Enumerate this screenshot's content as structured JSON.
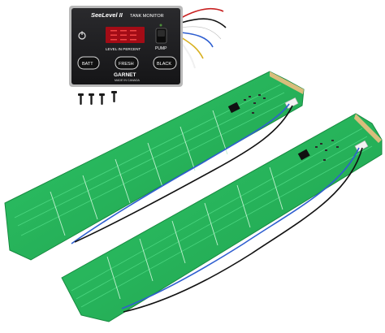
{
  "product": {
    "brand_line": "SeeLevel II",
    "subtitle": "TANK MONITOR",
    "pump_label": "PUMP",
    "level_label": "LEVEL IN PERCENT",
    "buttons": [
      {
        "label": "BATT"
      },
      {
        "label": "FRESH"
      },
      {
        "label": "BLACK"
      }
    ],
    "maker": "GARNET",
    "made_in": "MADE IN CANADA"
  },
  "colors": {
    "panel": "#1b1b1d",
    "panel_border": "#9a9a9a",
    "display": "#b0101a",
    "pcb": "#27b25a",
    "pcb_edge": "#c8a86a",
    "wire_blue": "#2f5fd0",
    "wire_black": "#111111"
  },
  "icons": [
    "power-icon",
    "pump-switch-icon",
    "screw-icon"
  ]
}
